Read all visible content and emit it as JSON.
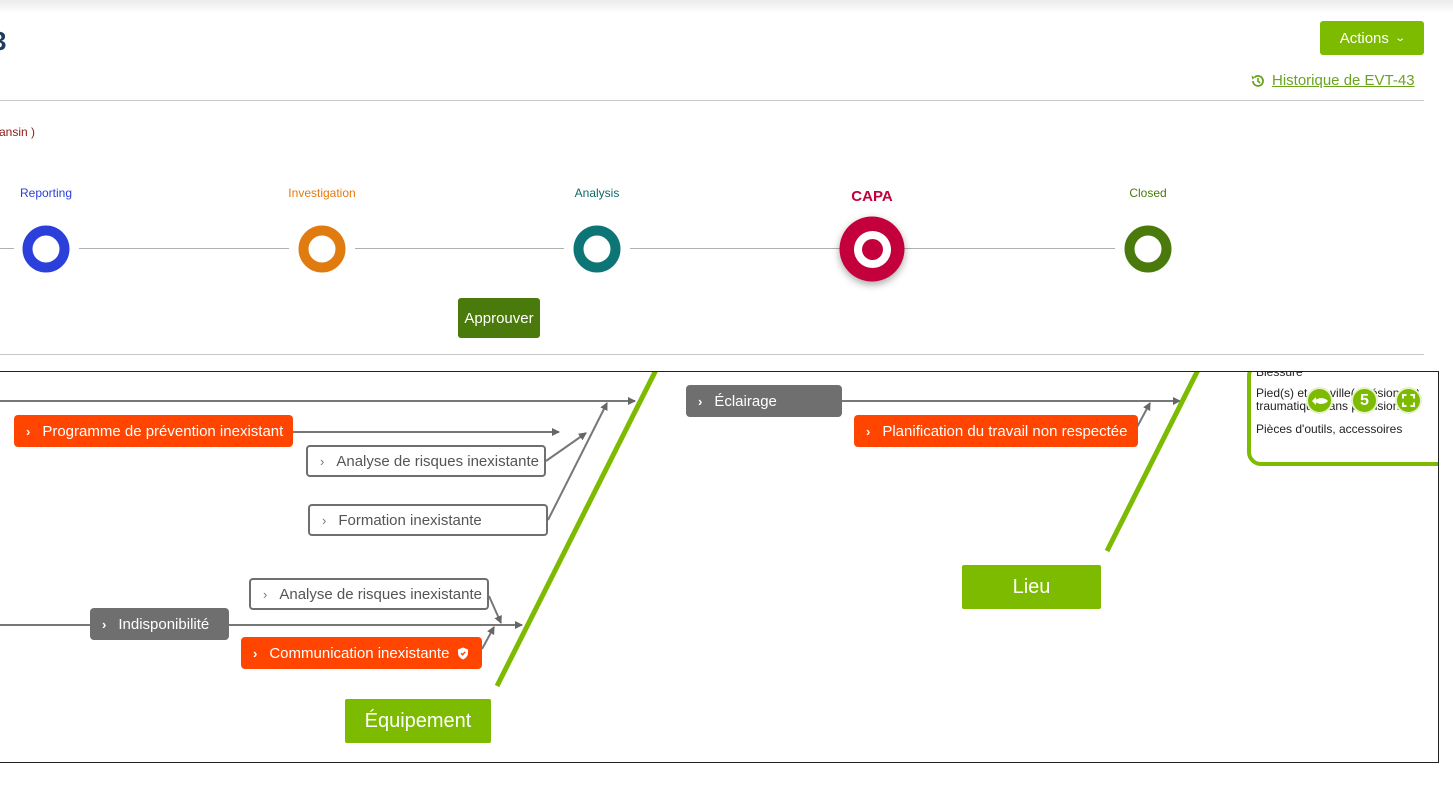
{
  "header": {
    "title_fragment": "3",
    "actions_label": "Actions",
    "history_label": "Historique de EVT-43",
    "subtitle_fragment": "ansin )"
  },
  "workflow": {
    "steps": [
      {
        "label": "Reporting",
        "color": "#2b3fdb"
      },
      {
        "label": "Investigation",
        "color": "#e07b10"
      },
      {
        "label": "Analysis",
        "color": "#0d7575"
      },
      {
        "label": "CAPA",
        "color": "#c4003c",
        "current": true
      },
      {
        "label": "Closed",
        "color": "#4a7a0c"
      }
    ],
    "approve_label": "Approuver"
  },
  "diagram": {
    "categories": {
      "equipement": "Équipement",
      "lieu": "Lieu"
    },
    "causes": {
      "programme": "Programme de prévention inexistant",
      "analyse1": "Analyse de risques inexistante",
      "formation": "Formation inexistante",
      "analyse2": "Analyse de risques inexistante",
      "indisponibilite": "Indisponibilité",
      "communication": "Communication inexistante",
      "eclairage": "Éclairage",
      "planification": "Planification du travail non respectée"
    },
    "side_panel": {
      "line1": "Blessure",
      "line2a": "Pied(s) et cheville(s)  lésion et t",
      "line2b": "traumatique sans précision",
      "line3": "Pièces d'outils, accessoires",
      "count": "5"
    },
    "colors": {
      "spine": "#7cbb00",
      "cause_red": "#ff4500",
      "cause_grey": "#6f6f6f"
    }
  }
}
